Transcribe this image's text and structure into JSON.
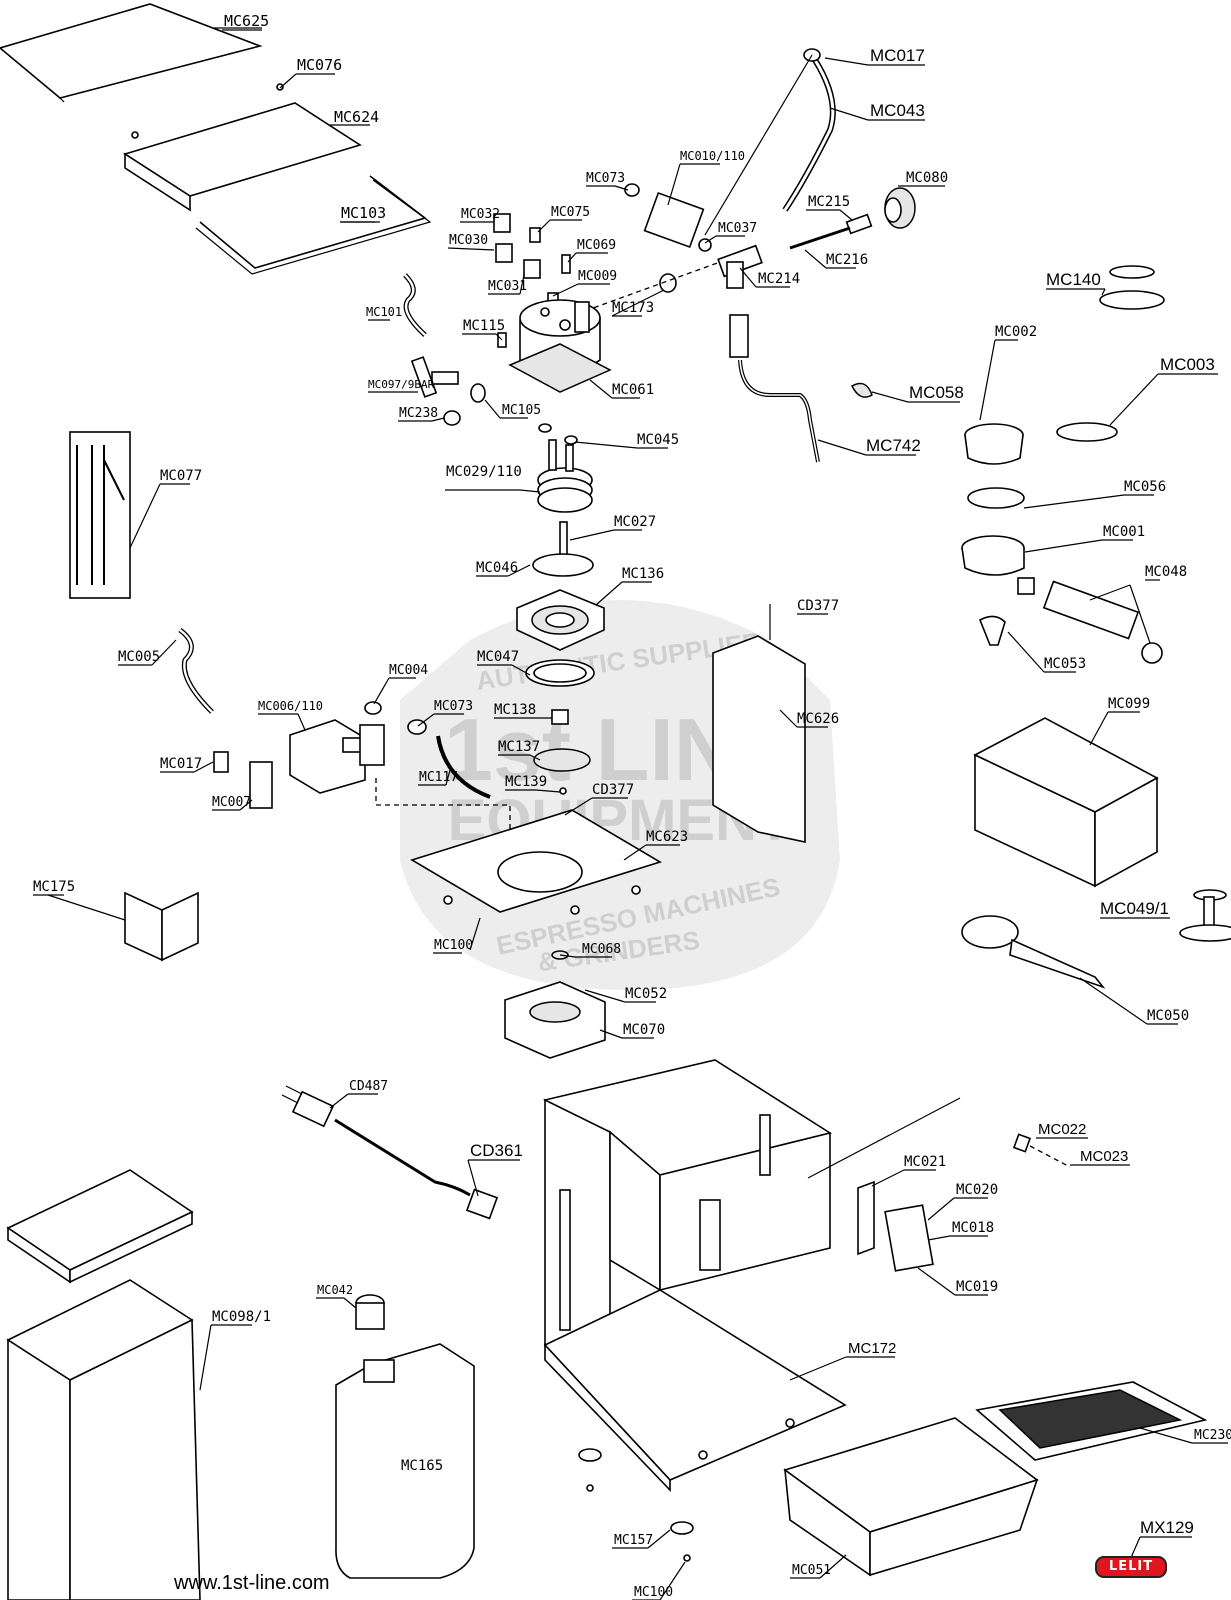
{
  "footer": {
    "url": "www.1st-line.com"
  },
  "logo": {
    "text": "LELIT",
    "color": "#e0161e"
  },
  "watermark": {
    "line1": "AUTHENTIC SUPPLIER",
    "line2": "1st LINE",
    "line3": "EQUIPMENT",
    "line4": "ESPRESSO MACHINES",
    "line5": "& GRINDERS"
  },
  "parts": {
    "mc625": "MC625",
    "mc076": "MC076",
    "mc624": "MC624",
    "mc103": "MC103",
    "mc017_top": "MC017",
    "mc043": "MC043",
    "mc010_110": "MC010/110",
    "mc073_top": "MC073",
    "mc080": "MC080",
    "mc215": "MC215",
    "mc037": "MC037",
    "mc216": "MC216",
    "mc214": "MC214",
    "mc032": "MC032",
    "mc075": "MC075",
    "mc030": "MC030",
    "mc069": "MC069",
    "mc031": "MC031",
    "mc009": "MC009",
    "mc173": "MC173",
    "mc101": "MC101",
    "mc115": "MC115",
    "mc061": "MC061",
    "mc097_9bar": "MC097/9BAR",
    "mc238": "MC238",
    "mc105": "MC105",
    "mc045": "MC045",
    "mc029_110": "MC029/110",
    "mc027": "MC027",
    "mc046": "MC046",
    "mc136": "MC136",
    "mc077": "MC077",
    "mc140": "MC140",
    "mc002": "MC002",
    "mc003": "MC003",
    "mc058": "MC058",
    "mc742": "MC742",
    "mc056": "MC056",
    "mc001": "MC001",
    "mc048": "MC048",
    "mc053": "MC053",
    "cd377_top": "CD377",
    "mc626": "MC626",
    "mc005": "MC005",
    "mc004": "MC004",
    "mc006_110": "MC006/110",
    "mc073_mid": "MC073",
    "mc047": "MC047",
    "mc138": "MC138",
    "mc137": "MC137",
    "mc017_mid": "MC017",
    "mc007": "MC007",
    "mc117": "MC117",
    "mc139": "MC139",
    "cd377_mid": "CD377",
    "mc623": "MC623",
    "mc099": "MC099",
    "mc175": "MC175",
    "mc049_1": "MC049/1",
    "mc100_mid": "MC100",
    "mc068": "MC068",
    "mc050": "MC050",
    "mc052": "MC052",
    "mc070": "MC070",
    "cd487": "CD487",
    "cd361": "CD361",
    "mc022": "MC022",
    "mc023": "MC023",
    "mc021": "MC021",
    "mc020": "MC020",
    "mc018": "MC018",
    "mc019": "MC019",
    "mc098_1": "MC098/1",
    "mc042": "MC042",
    "mc172": "MC172",
    "mc165": "MC165",
    "mc230": "MC230",
    "mc157": "MC157",
    "mc051": "MC051",
    "mc100_bot": "MC100",
    "mx129": "MX129"
  }
}
